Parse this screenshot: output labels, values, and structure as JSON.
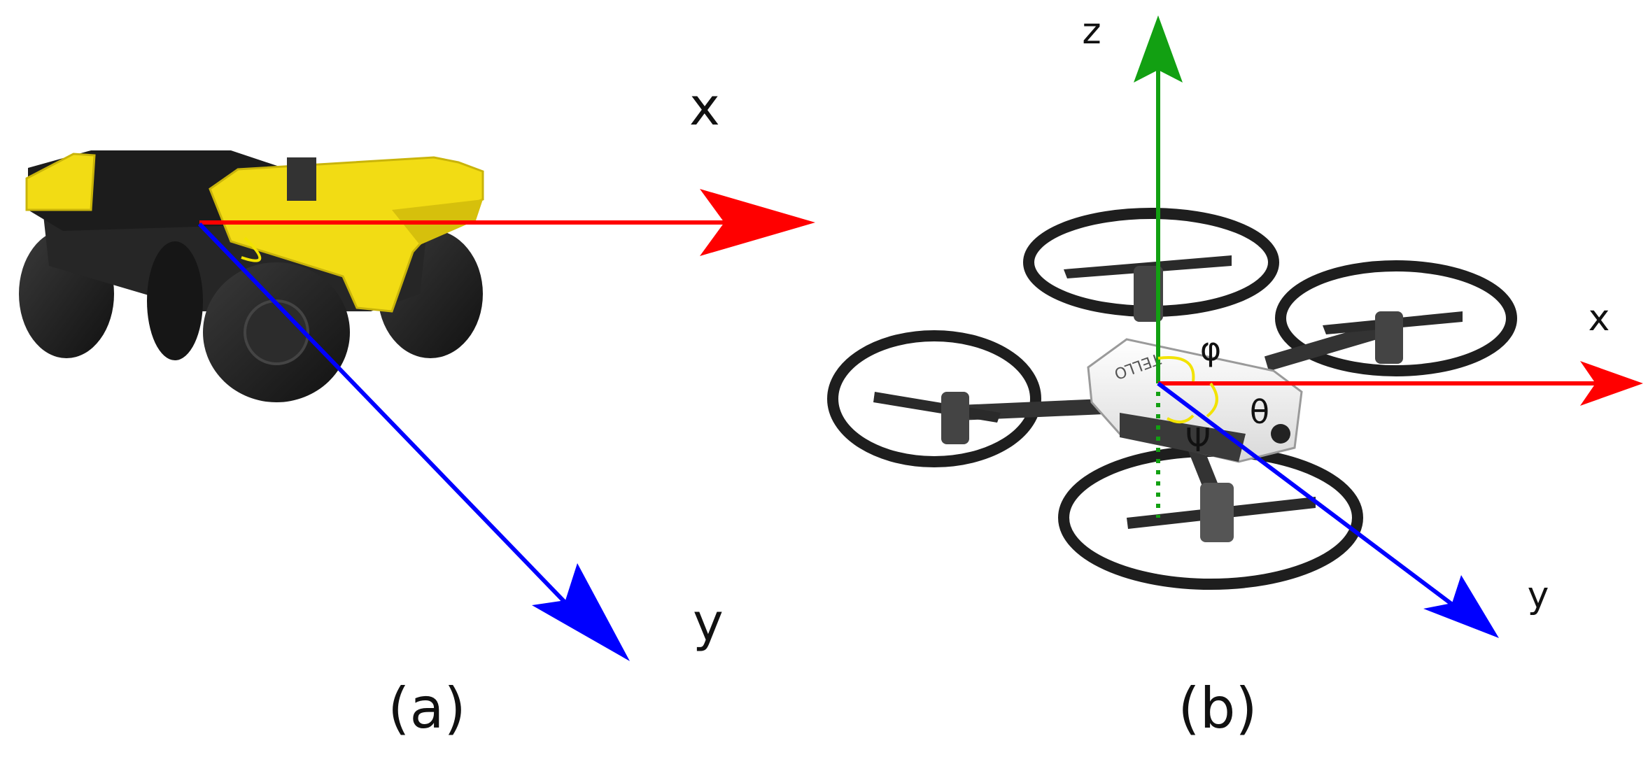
{
  "panel_a": {
    "caption": "(a)",
    "axes": {
      "x_label": "x",
      "y_label": "y"
    },
    "colors": {
      "x_axis": "#ff0000",
      "y_axis": "#0000ff",
      "angle_arc": "#f2e300",
      "body": "#f2dc14",
      "dark": "#2b2b2b"
    }
  },
  "panel_b": {
    "caption": "(b)",
    "axes": {
      "x_label": "x",
      "y_label": "y",
      "z_label": "z"
    },
    "angles": {
      "roll": "φ",
      "pitch": "θ",
      "yaw": "Ψ"
    },
    "body_text": "TELLO",
    "colors": {
      "x_axis": "#ff0000",
      "y_axis": "#0000ff",
      "z_axis": "#12a012",
      "angle_arc": "#f2e300",
      "guard": "#1e1e1e",
      "body": "#f5f5f5"
    }
  }
}
